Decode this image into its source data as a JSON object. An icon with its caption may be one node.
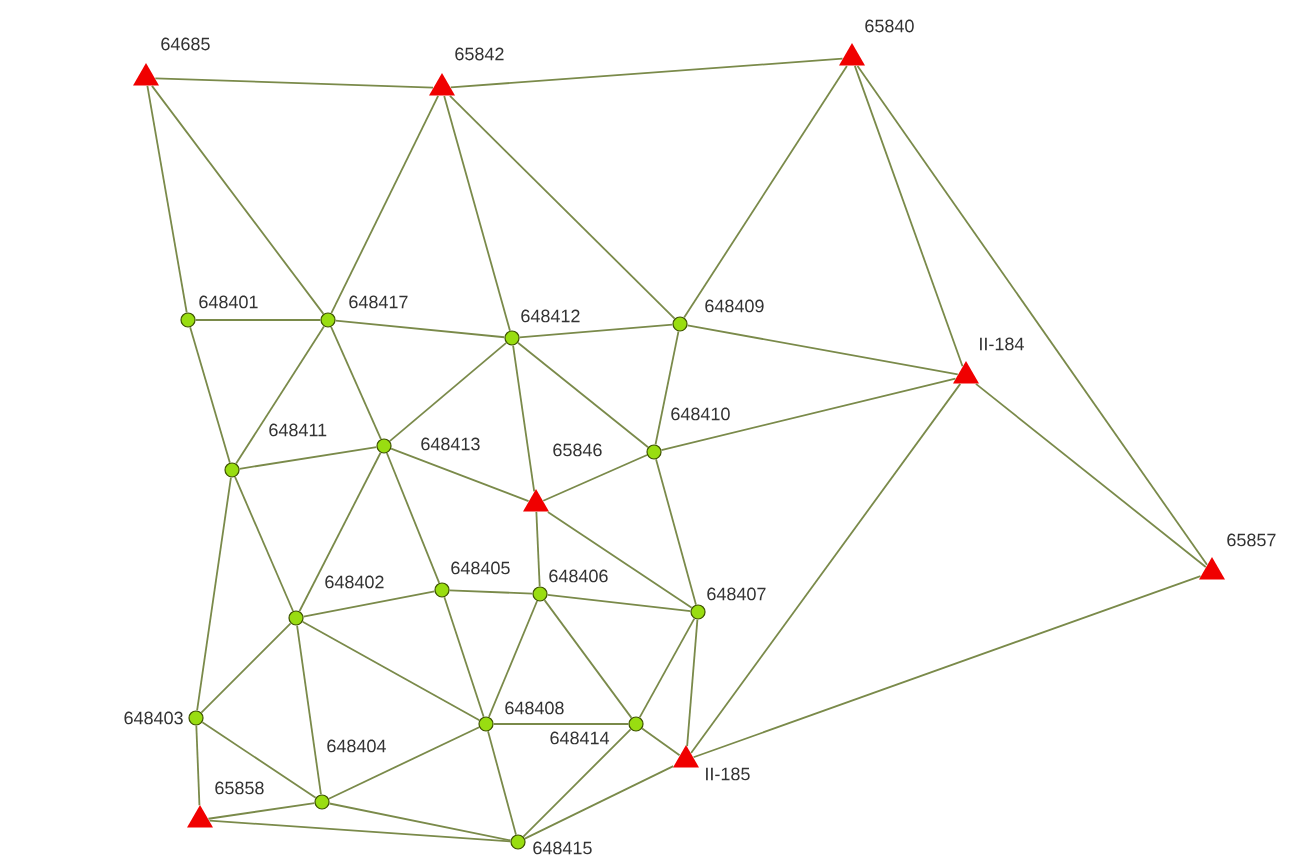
{
  "diagram": {
    "nodes": [
      {
        "text": [],
        "shape": "triangle",
        "beside": [
          "64685"
        ]
      },
      {
        "text": [],
        "shape": "triangle",
        "beside": [
          "65842"
        ]
      },
      {
        "text": [],
        "shape": "triangle",
        "beside": [
          "65840"
        ]
      },
      {
        "text": [],
        "shape": "circle",
        "beside": [
          "648401"
        ]
      },
      {
        "text": [],
        "shape": "circle",
        "beside": [
          "648417"
        ]
      },
      {
        "text": [],
        "shape": "circle",
        "beside": [
          "648412"
        ]
      },
      {
        "text": [],
        "shape": "circle",
        "beside": [
          "648409"
        ]
      },
      {
        "text": [],
        "shape": "triangle",
        "beside": [
          "II-184"
        ]
      },
      {
        "text": [],
        "shape": "circle",
        "beside": [
          "648411"
        ]
      },
      {
        "text": [],
        "shape": "circle",
        "beside": [
          "648413"
        ]
      },
      {
        "text": [],
        "shape": "circle",
        "beside": [
          "648410"
        ]
      },
      {
        "text": [],
        "shape": "triangle",
        "beside": [
          "65846"
        ]
      },
      {
        "text": [],
        "shape": "circle",
        "beside": [
          "648405"
        ]
      },
      {
        "text": [],
        "shape": "circle",
        "beside": [
          "648406"
        ]
      },
      {
        "text": [],
        "shape": "circle",
        "beside": [
          "648407"
        ]
      },
      {
        "text": [],
        "shape": "triangle",
        "beside": [
          "65857"
        ]
      },
      {
        "text": [],
        "shape": "circle",
        "beside": [
          "648402"
        ]
      },
      {
        "text": [],
        "shape": "circle",
        "beside": [
          "648403"
        ]
      },
      {
        "text": [],
        "shape": "circle",
        "beside": [
          "648408"
        ]
      },
      {
        "text": [],
        "shape": "circle",
        "beside": [
          "648414"
        ]
      },
      {
        "text": [],
        "shape": "triangle",
        "beside": [
          "II-185"
        ]
      },
      {
        "text": [],
        "shape": "triangle",
        "beside": [
          "65858"
        ]
      },
      {
        "text": [],
        "shape": "circle",
        "beside": [
          "648404"
        ]
      },
      {
        "text": [],
        "shape": "circle",
        "beside": [
          "648415"
        ]
      }
    ],
    "edges": [
      {
        "from": 0,
        "to": 1,
        "arrow": "none"
      },
      {
        "from": 1,
        "to": 2,
        "arrow": "none"
      },
      {
        "from": 0,
        "to": 3,
        "arrow": "none"
      },
      {
        "from": 0,
        "to": 4,
        "arrow": "none"
      },
      {
        "from": 1,
        "to": 4,
        "arrow": "none"
      },
      {
        "from": 1,
        "to": 5,
        "arrow": "none"
      },
      {
        "from": 1,
        "to": 6,
        "arrow": "none"
      },
      {
        "from": 2,
        "to": 6,
        "arrow": "none"
      },
      {
        "from": 2,
        "to": 7,
        "arrow": "none"
      },
      {
        "from": 2,
        "to": 15,
        "arrow": "none"
      },
      {
        "from": 3,
        "to": 4,
        "arrow": "none"
      },
      {
        "from": 3,
        "to": 8,
        "arrow": "none"
      },
      {
        "from": 4,
        "to": 5,
        "arrow": "none"
      },
      {
        "from": 4,
        "to": 8,
        "arrow": "none"
      },
      {
        "from": 4,
        "to": 9,
        "arrow": "none"
      },
      {
        "from": 5,
        "to": 6,
        "arrow": "none"
      },
      {
        "from": 5,
        "to": 9,
        "arrow": "none"
      },
      {
        "from": 5,
        "to": 11,
        "arrow": "none"
      },
      {
        "from": 5,
        "to": 10,
        "arrow": "none"
      },
      {
        "from": 6,
        "to": 7,
        "arrow": "none"
      },
      {
        "from": 6,
        "to": 10,
        "arrow": "none"
      },
      {
        "from": 10,
        "to": 7,
        "arrow": "none"
      },
      {
        "from": 10,
        "to": 11,
        "arrow": "none"
      },
      {
        "from": 10,
        "to": 14,
        "arrow": "none"
      },
      {
        "from": 8,
        "to": 9,
        "arrow": "none"
      },
      {
        "from": 8,
        "to": 16,
        "arrow": "none"
      },
      {
        "from": 8,
        "to": 17,
        "arrow": "none"
      },
      {
        "from": 9,
        "to": 11,
        "arrow": "none"
      },
      {
        "from": 9,
        "to": 16,
        "arrow": "none"
      },
      {
        "from": 9,
        "to": 12,
        "arrow": "none"
      },
      {
        "from": 11,
        "to": 13,
        "arrow": "none"
      },
      {
        "from": 11,
        "to": 14,
        "arrow": "none"
      },
      {
        "from": 12,
        "to": 13,
        "arrow": "none"
      },
      {
        "from": 12,
        "to": 16,
        "arrow": "none"
      },
      {
        "from": 12,
        "to": 18,
        "arrow": "none"
      },
      {
        "from": 13,
        "to": 14,
        "arrow": "none"
      },
      {
        "from": 13,
        "to": 18,
        "arrow": "none"
      },
      {
        "from": 13,
        "to": 19,
        "arrow": "none"
      },
      {
        "from": 14,
        "to": 19,
        "arrow": "none"
      },
      {
        "from": 14,
        "to": 20,
        "arrow": "none"
      },
      {
        "from": 16,
        "to": 17,
        "arrow": "none"
      },
      {
        "from": 16,
        "to": 22,
        "arrow": "none"
      },
      {
        "from": 16,
        "to": 18,
        "arrow": "none"
      },
      {
        "from": 17,
        "to": 21,
        "arrow": "none"
      },
      {
        "from": 17,
        "to": 22,
        "arrow": "none"
      },
      {
        "from": 21,
        "to": 22,
        "arrow": "none"
      },
      {
        "from": 21,
        "to": 23,
        "arrow": "none"
      },
      {
        "from": 22,
        "to": 23,
        "arrow": "none"
      },
      {
        "from": 22,
        "to": 18,
        "arrow": "none"
      },
      {
        "from": 18,
        "to": 19,
        "arrow": "none"
      },
      {
        "from": 18,
        "to": 23,
        "arrow": "none"
      },
      {
        "from": 19,
        "to": 23,
        "arrow": "none"
      },
      {
        "from": 23,
        "to": 20,
        "arrow": "none"
      },
      {
        "from": 19,
        "to": 20,
        "arrow": "none"
      },
      {
        "from": 20,
        "to": 7,
        "arrow": "none"
      },
      {
        "from": 20,
        "to": 15,
        "arrow": "none"
      },
      {
        "from": 7,
        "to": 15,
        "arrow": "none"
      }
    ]
  }
}
